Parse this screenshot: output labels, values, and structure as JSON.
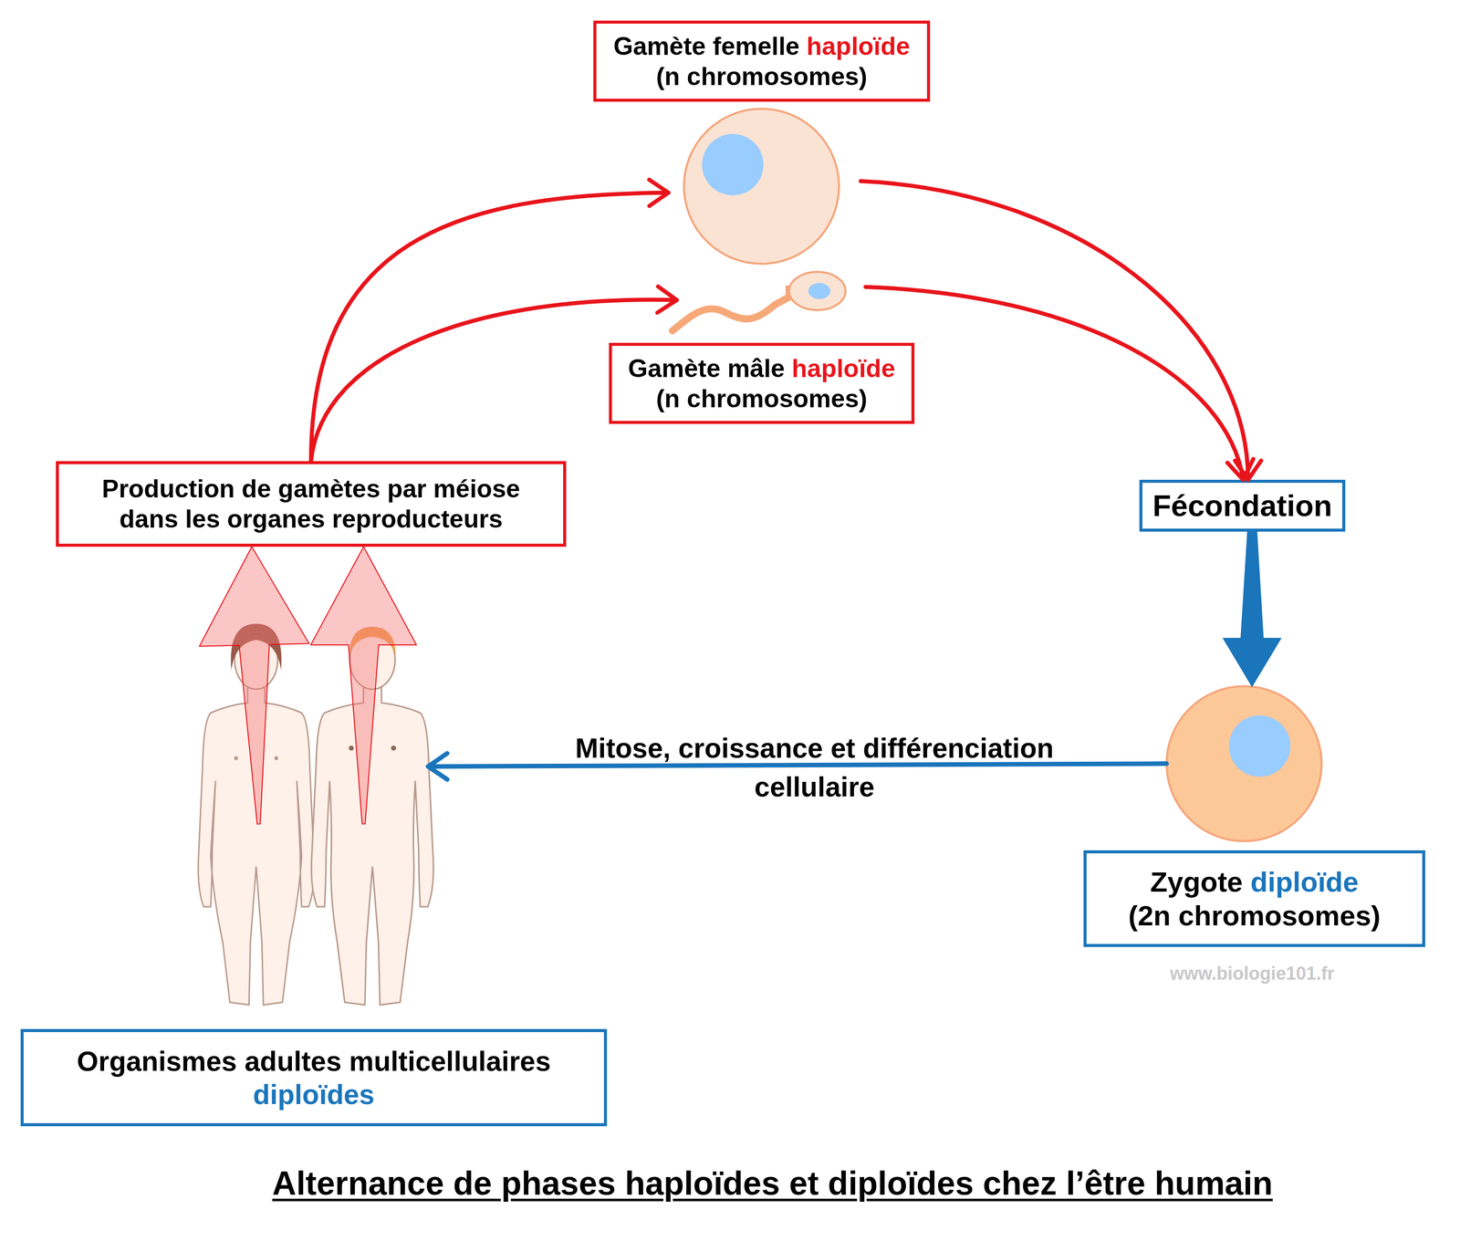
{
  "diagram": {
    "title": "Alternance de phases haploïdes et diploïdes chez l’être humain",
    "nodes": [
      {
        "text": [
          "Gamète femelle haploïde (n chromosomes)"
        ]
      },
      {
        "text": [
          "Gamète mâle haploïde (n chromosomes)"
        ]
      },
      {
        "text": [
          "Production de gamètes par méiose dans les organes reproducteurs"
        ]
      },
      {
        "text": [
          "Fécondation"
        ]
      },
      {
        "text": [
          "Zygote diploïde (2n chromosomes)"
        ]
      },
      {
        "text": [
          "Organismes adultes multicellulaires diploïdes"
        ]
      }
    ],
    "edges": [
      {
        "from": 2,
        "to": 0,
        "arrow": "to"
      },
      {
        "from": 2,
        "to": 1,
        "arrow": "to"
      },
      {
        "from": 0,
        "to": 3,
        "arrow": "to"
      },
      {
        "from": 1,
        "to": 3,
        "arrow": "to"
      },
      {
        "from": 3,
        "to": 4,
        "arrow": "to"
      },
      {
        "from": 4,
        "to": 5,
        "label": "Mitose, croissance et différenciation cellulaire",
        "arrow": "to"
      },
      {
        "from": 5,
        "to": 2,
        "arrow": "to"
      },
      {
        "from": 5,
        "to": 2,
        "arrow": "to"
      }
    ],
    "labels": [
      "www.biologie101.fr"
    ]
  }
}
